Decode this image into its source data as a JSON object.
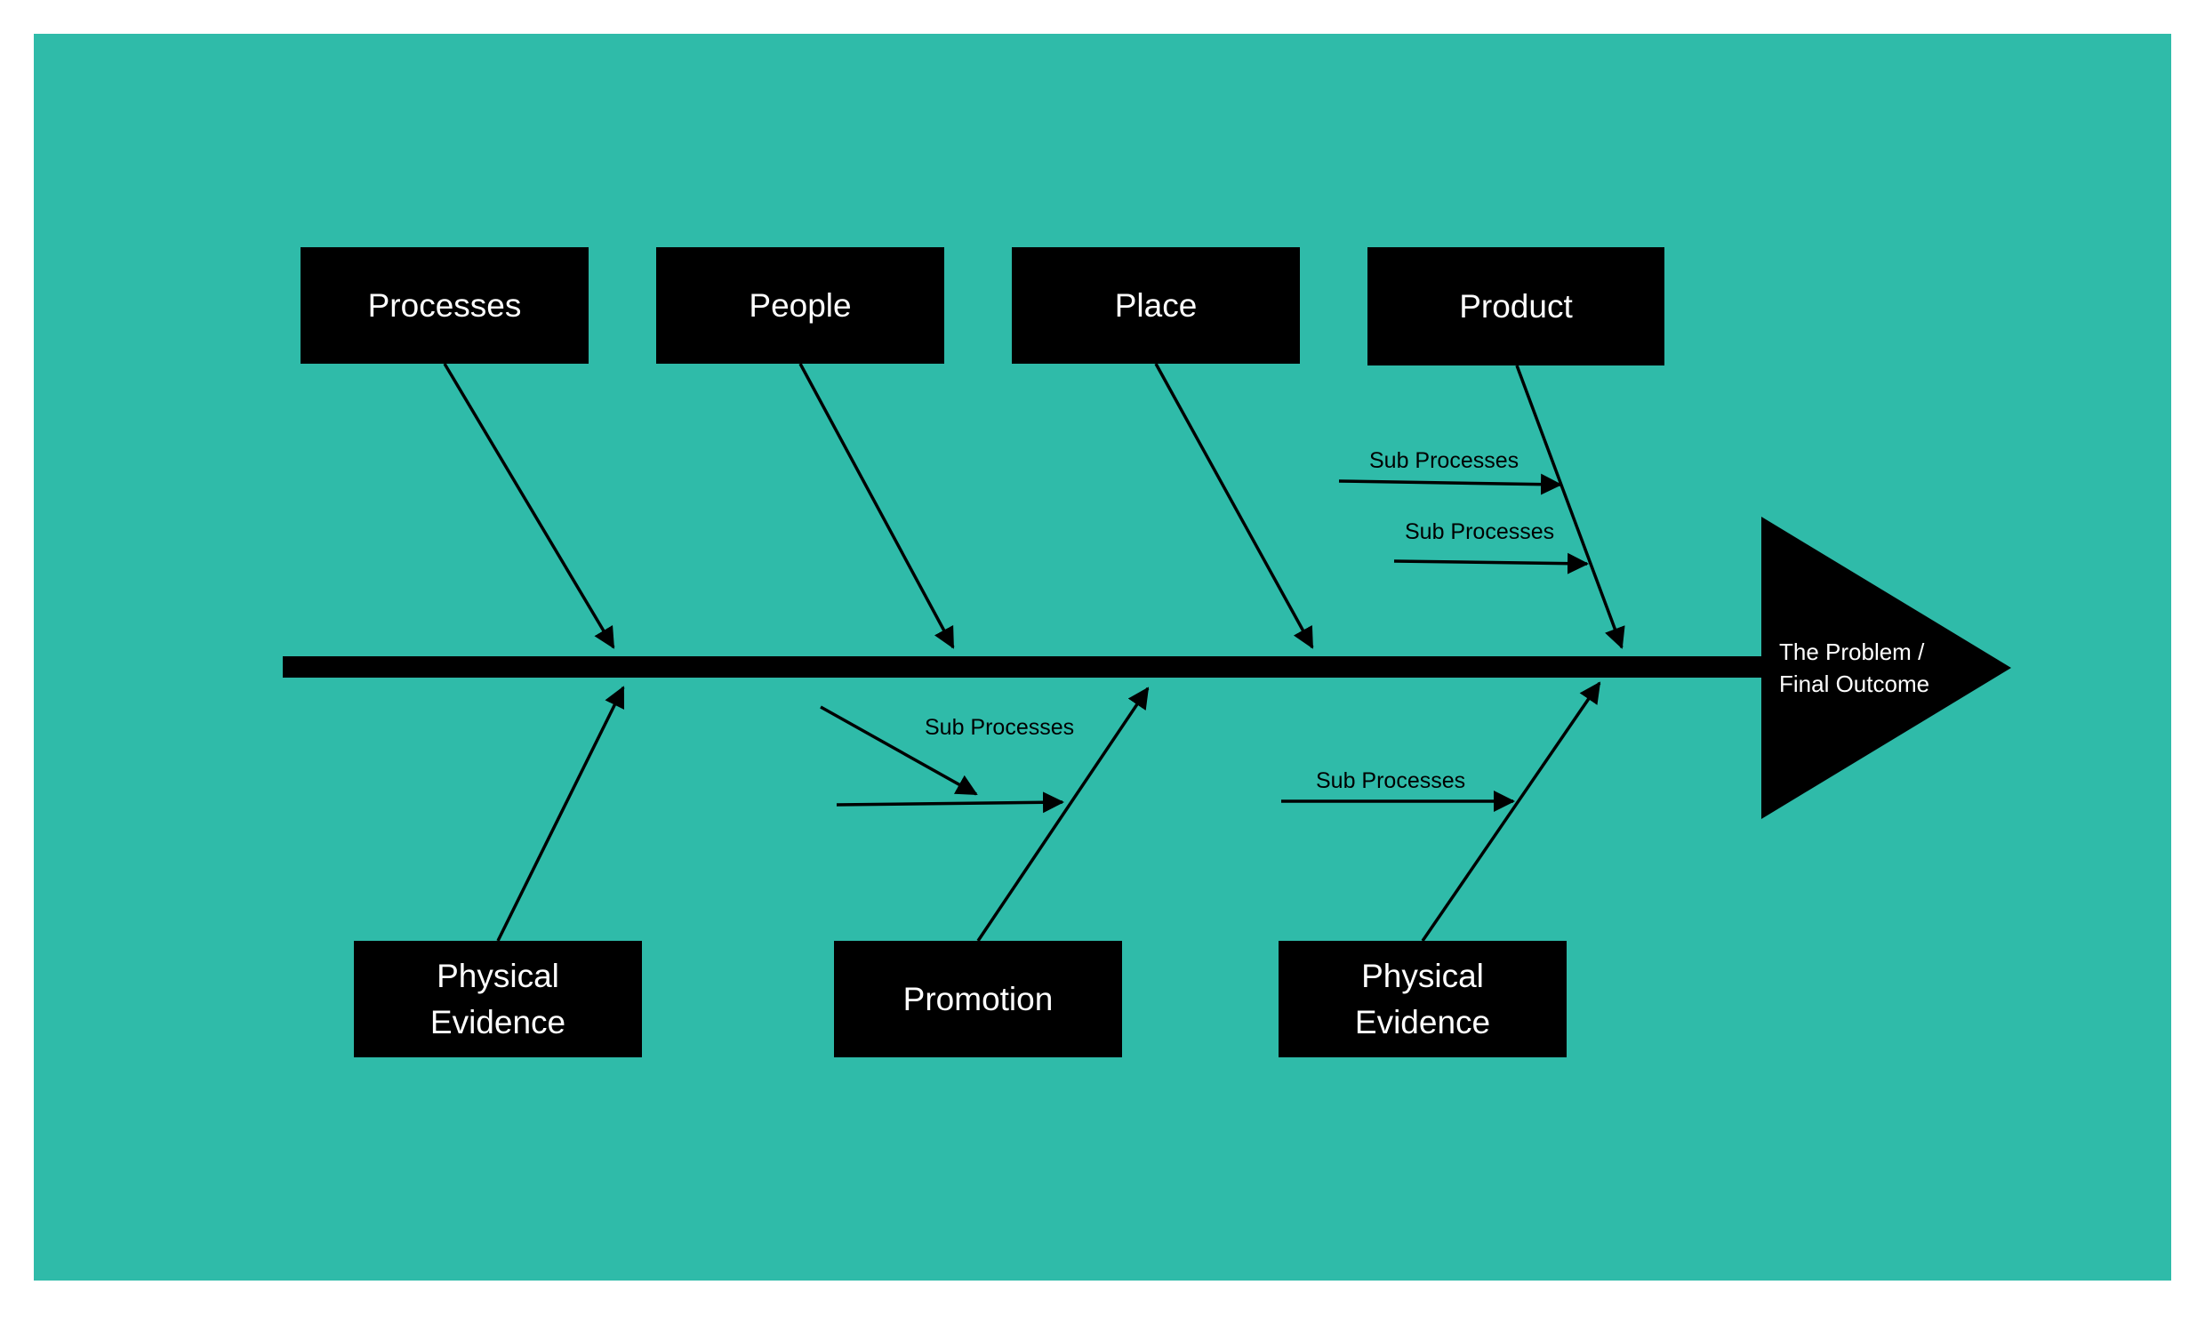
{
  "colors": {
    "background": "#2fbba9",
    "box": "#000000",
    "box_text": "#ffffff",
    "line": "#000000"
  },
  "head": {
    "label": "The Problem / Final Outcome"
  },
  "top_categories": [
    {
      "label": "Processes"
    },
    {
      "label": "People"
    },
    {
      "label": "Place"
    },
    {
      "label": "Product"
    }
  ],
  "bottom_categories": [
    {
      "label": "Physical\nEvidence"
    },
    {
      "label": "Promotion"
    },
    {
      "label": "Physical\nEvidence"
    }
  ],
  "sub_processes": [
    {
      "label": "Sub Processes"
    },
    {
      "label": "Sub Processes"
    },
    {
      "label": "Sub Processes"
    },
    {
      "label": "Sub Processes"
    }
  ]
}
